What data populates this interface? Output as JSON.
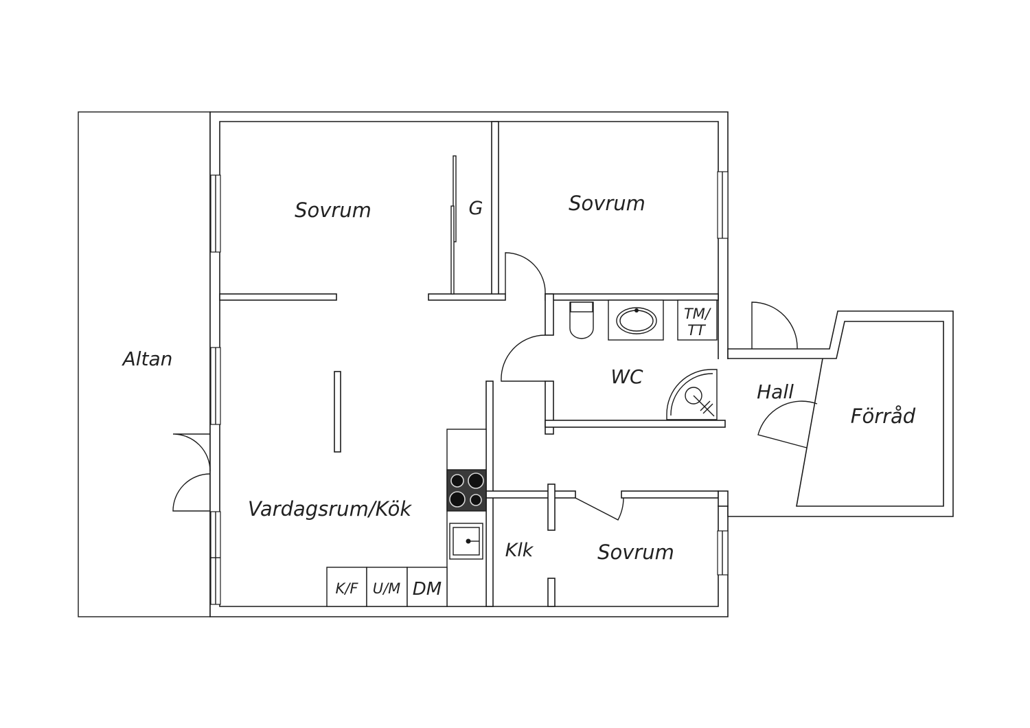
{
  "rooms": {
    "altan": "Altan",
    "sovrum_1": "Sovrum",
    "garderob": "G",
    "sovrum_2": "Sovrum",
    "tm_tt_top": "TM/",
    "tm_tt_bottom": "TT",
    "wc": "WC",
    "hall": "Hall",
    "forrad": "Förråd",
    "vardagsrum_kok": "Vardagsrum/Kök",
    "klk": "Klk",
    "sovrum_3": "Sovrum",
    "kf": "K/F",
    "um": "U/M",
    "dm": "DM"
  },
  "colors": {
    "line": "#1a1a1a",
    "background": "#ffffff",
    "stove": "#3a3a3a"
  }
}
